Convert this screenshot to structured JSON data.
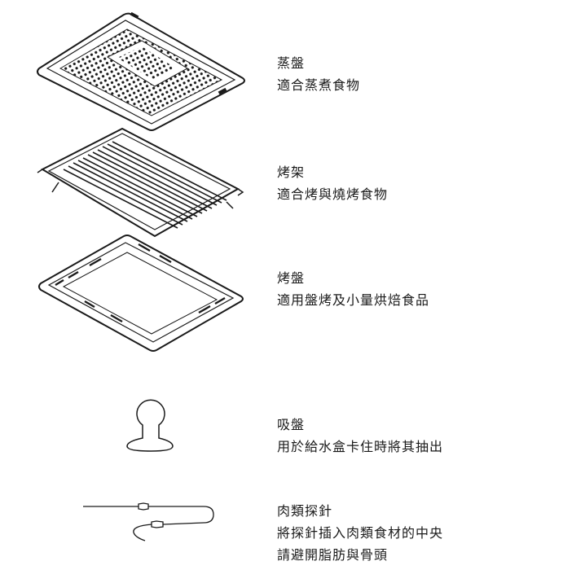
{
  "items": [
    {
      "name": "蒸盤",
      "lines": [
        "適合蒸煮食物"
      ],
      "icon": "steam-tray-icon"
    },
    {
      "name": "烤架",
      "lines": [
        "適合烤與燒烤食物"
      ],
      "icon": "grill-rack-icon"
    },
    {
      "name": "烤盤",
      "lines": [
        "適用盤烤及小量烘焙食品"
      ],
      "icon": "baking-tray-icon"
    },
    {
      "name": "吸盤",
      "lines": [
        "用於給水盒卡住時將其抽出"
      ],
      "icon": "suction-cup-icon"
    },
    {
      "name": "肉類探針",
      "lines": [
        "將探針插入肉類食材的中央",
        "請避開脂肪與骨頭"
      ],
      "icon": "meat-probe-icon"
    }
  ]
}
